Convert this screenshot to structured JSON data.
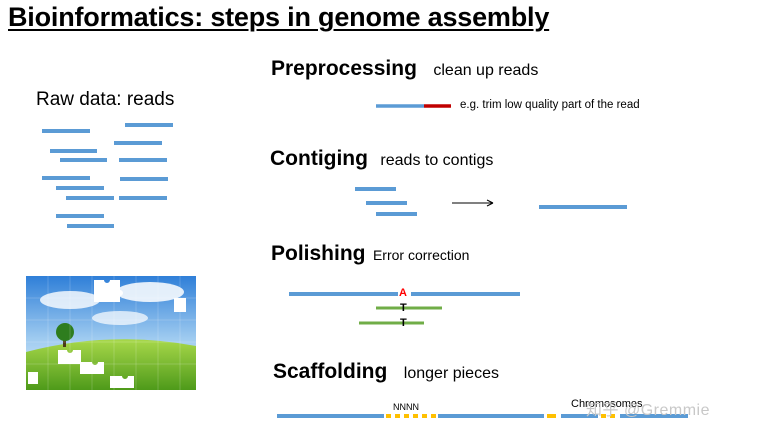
{
  "title": "Bioinformatics: steps in genome assembly",
  "raw_data_label": "Raw data: reads",
  "steps": [
    {
      "name": "Preprocessing",
      "desc": "clean up reads",
      "note": "e.g. trim low quality part of the read"
    },
    {
      "name": "Contiging",
      "desc": "reads to contigs"
    },
    {
      "name": "Polishing",
      "desc": "Error correction",
      "bases": [
        "A",
        "T",
        "T"
      ]
    },
    {
      "name": "Scaffolding",
      "desc": "longer pieces",
      "gap_label": "NNNN",
      "right_label": "Chromosomes"
    }
  ],
  "watermark": "知乎 @Gremmie",
  "colors": {
    "read": "#5b9bd5",
    "trim": "#c00000",
    "polish_read": "#70ad47",
    "error_base": "#ff0000",
    "gap": "#ffc000",
    "arrow": "#000000"
  },
  "icons": [
    "puzzle-image",
    "arrow-icon"
  ]
}
